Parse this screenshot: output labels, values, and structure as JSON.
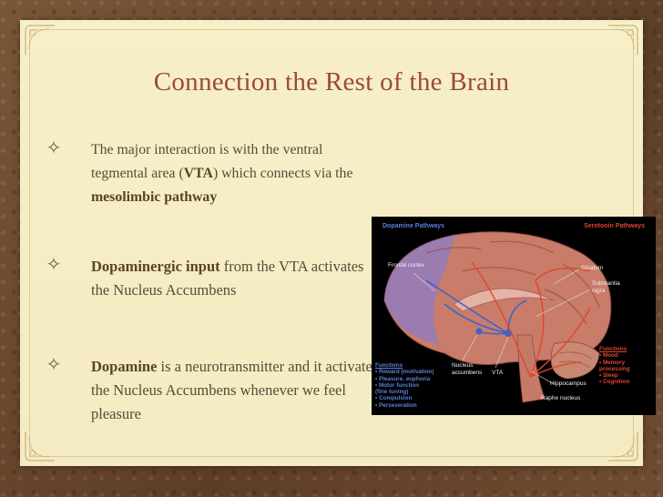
{
  "slide": {
    "title": "Connection the Rest of the Brain"
  },
  "bullets": [
    {
      "parts": [
        {
          "text": "The major interaction is with the ventral tegmental area (",
          "bold": false
        },
        {
          "text": "VTA",
          "bold": true
        },
        {
          "text": ") which connects via the ",
          "bold": false
        },
        {
          "text": "mesolimbic pathway",
          "bold": true
        }
      ]
    },
    {
      "parts": [
        {
          "text": "Dopaminergic input",
          "bold": true
        },
        {
          "text": " from the VTA activates the Nucleus Accumbens",
          "bold": false
        }
      ]
    },
    {
      "parts": [
        {
          "text": "Dopamine",
          "bold": true
        },
        {
          "text": " is a neurotransmitter and it activates the Nucleus Accumbens whenever we feel pleasure",
          "bold": false
        }
      ]
    }
  ],
  "figure": {
    "dopamine_title": "Dopamine Pathways",
    "serotonin_title": "Serotonin Pathways",
    "labels": {
      "frontal_cortex": "Frontal cortex",
      "striatum": "Striatum",
      "substantia_nigra": "Substantia nigra",
      "nucleus_accumbens": "Nucleus accumbens",
      "vta": "VTA",
      "hippocampus": "Hippocampus",
      "raphe_nucleus": "Raphe nucleus"
    },
    "dopamine_functions": {
      "heading": "Functions",
      "items": [
        "• Reward (motivation)",
        "• Pleasure, euphoria",
        "• Motor function",
        "  (fine tuning)",
        "• Compulsion",
        "• Perseveration"
      ]
    },
    "serotonin_functions": {
      "heading": "Functions",
      "items": [
        "• Mood",
        "• Memory",
        "  processing",
        "• Sleep",
        "• Cognition"
      ]
    },
    "colors": {
      "dopamine": "#5a7fd8",
      "serotonin": "#e0452e"
    }
  }
}
